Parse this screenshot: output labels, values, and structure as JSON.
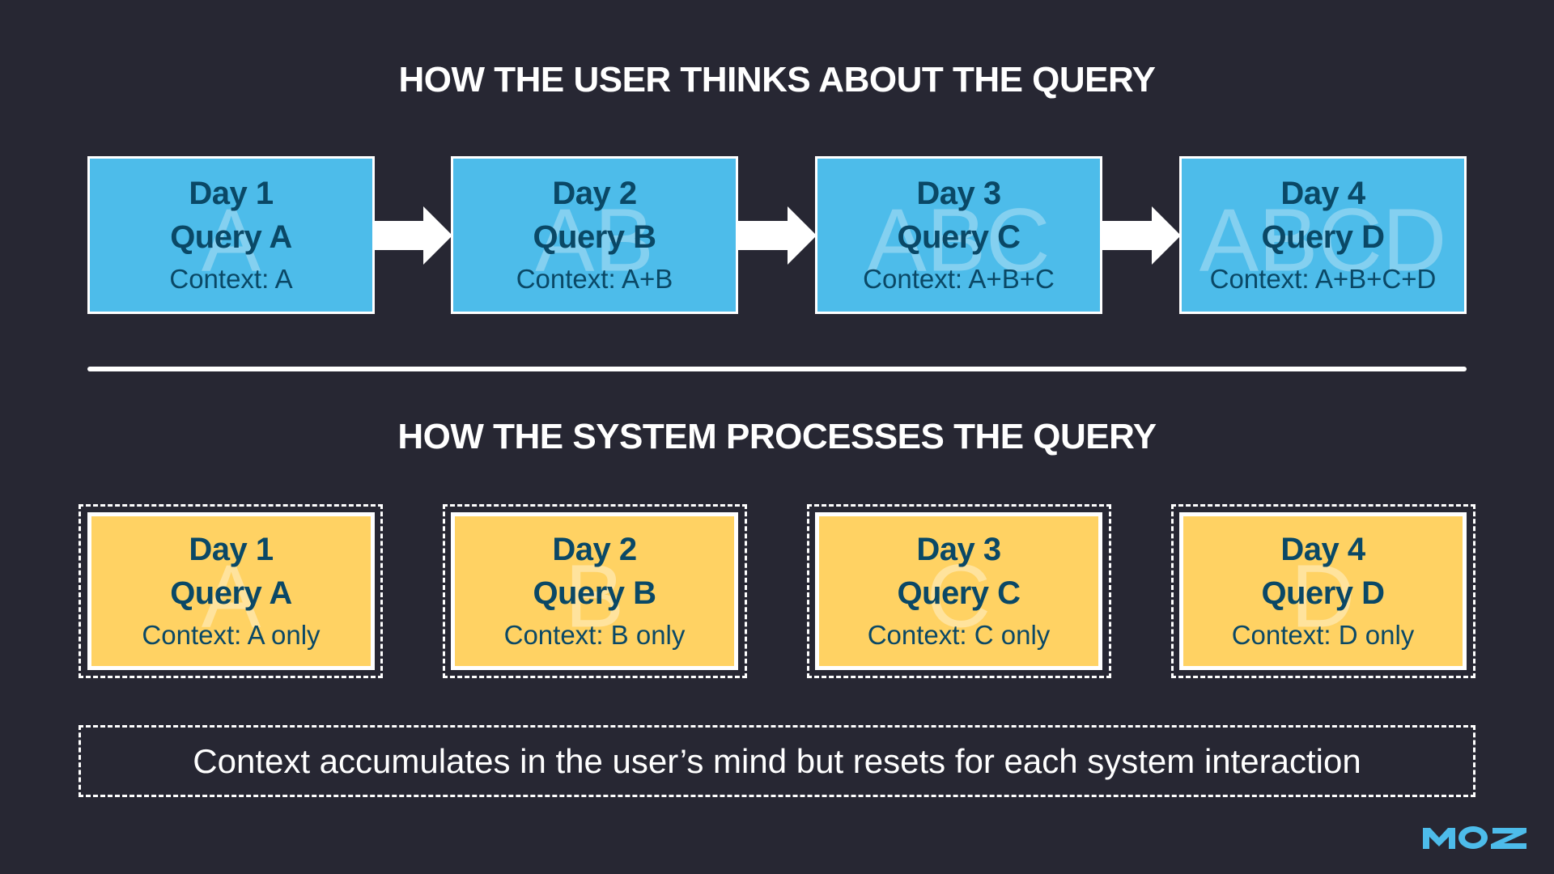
{
  "colors": {
    "background": "#272733",
    "user_box": "#4dbcea",
    "system_box": "#ffd263",
    "box_text": "#0a4866",
    "logo": "#4dbcea"
  },
  "top_section": {
    "heading": "HOW THE USER THINKS ABOUT THE QUERY",
    "boxes": [
      {
        "day": "Day 1",
        "query": "Query A",
        "context": "Context: A",
        "watermark": "A"
      },
      {
        "day": "Day 2",
        "query": "Query B",
        "context": "Context: A+B",
        "watermark": "AB"
      },
      {
        "day": "Day 3",
        "query": "Query C",
        "context": "Context: A+B+C",
        "watermark": "ABC"
      },
      {
        "day": "Day 4",
        "query": "Query D",
        "context": "Context: A+B+C+D",
        "watermark": "ABCD"
      }
    ],
    "connector_icon": "right-arrow-icon"
  },
  "bottom_section": {
    "heading": "HOW THE SYSTEM PROCESSES THE QUERY",
    "boxes": [
      {
        "day": "Day 1",
        "query": "Query A",
        "context": "Context: A only",
        "watermark": "A"
      },
      {
        "day": "Day 2",
        "query": "Query B",
        "context": "Context: B only",
        "watermark": "B"
      },
      {
        "day": "Day 3",
        "query": "Query C",
        "context": "Context: C only",
        "watermark": "C"
      },
      {
        "day": "Day 4",
        "query": "Query D",
        "context": "Context: D only",
        "watermark": "D"
      }
    ]
  },
  "caption": "Context accumulates in the user’s mind but resets for each system interaction",
  "logo": {
    "text": "MOZ",
    "icon": "moz-logo-icon"
  }
}
